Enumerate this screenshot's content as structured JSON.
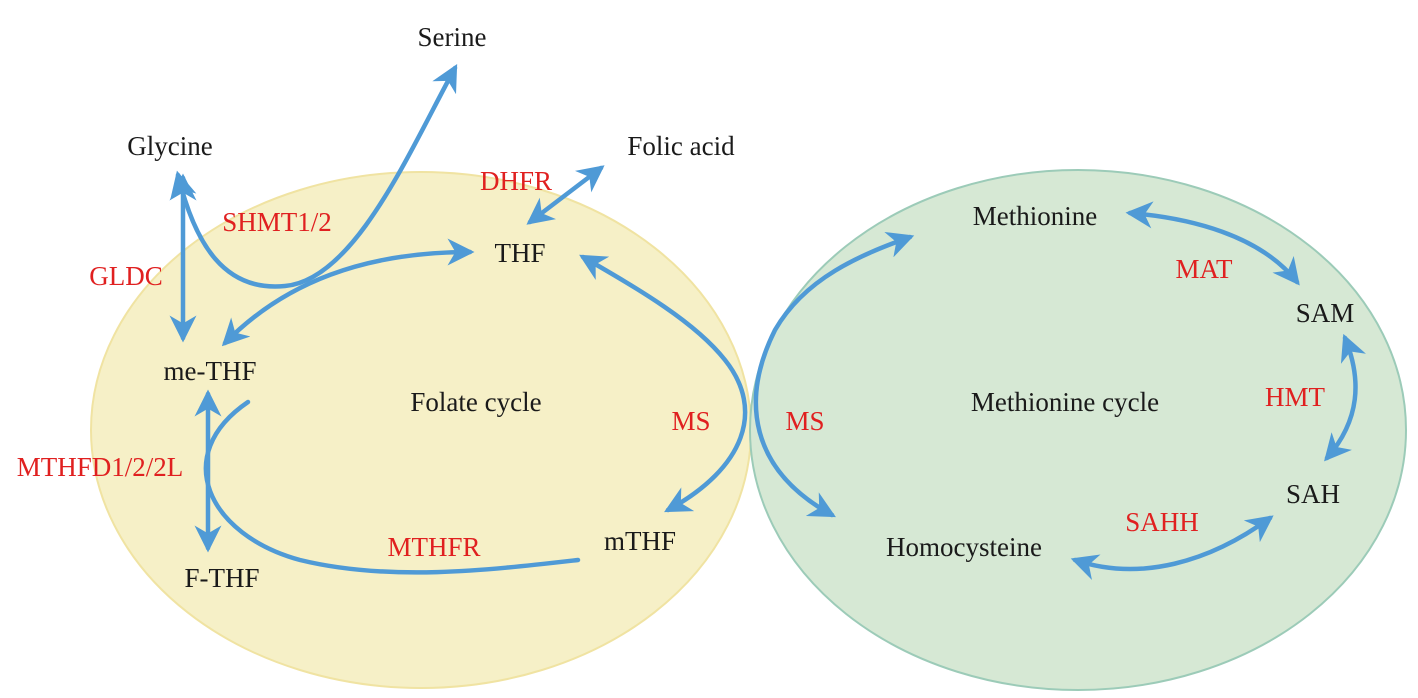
{
  "colors": {
    "folate_cycle_fill": "#f6f0c7",
    "folate_cycle_stroke": "#f0e3a2",
    "methionine_cycle_fill": "#d6e8d4",
    "methionine_cycle_stroke": "#9ccbb8",
    "arrow": "#4f9ad6",
    "metabolite_text": "#1a1a1a",
    "enzyme_text": "#e02020"
  },
  "cycles": {
    "folate": "Folate cycle",
    "methionine": "Methionine cycle"
  },
  "metabolites": {
    "serine": "Serine",
    "glycine": "Glycine",
    "folic_acid": "Folic acid",
    "thf": "THF",
    "me_thf": "me-THF",
    "f_thf": "F-THF",
    "mthf": "mTHF",
    "methionine": "Methionine",
    "sam": "SAM",
    "sah": "SAH",
    "homocysteine": "Homocysteine"
  },
  "enzymes": {
    "dhfr": "DHFR",
    "shmt": "SHMT1/2",
    "gldc": "GLDC",
    "mthfd": "MTHFD1/2/2L",
    "mthfr": "MTHFR",
    "ms_folate": "MS",
    "ms_methionine": "MS",
    "mat": "MAT",
    "hmt": "HMT",
    "sahh": "SAHH"
  }
}
